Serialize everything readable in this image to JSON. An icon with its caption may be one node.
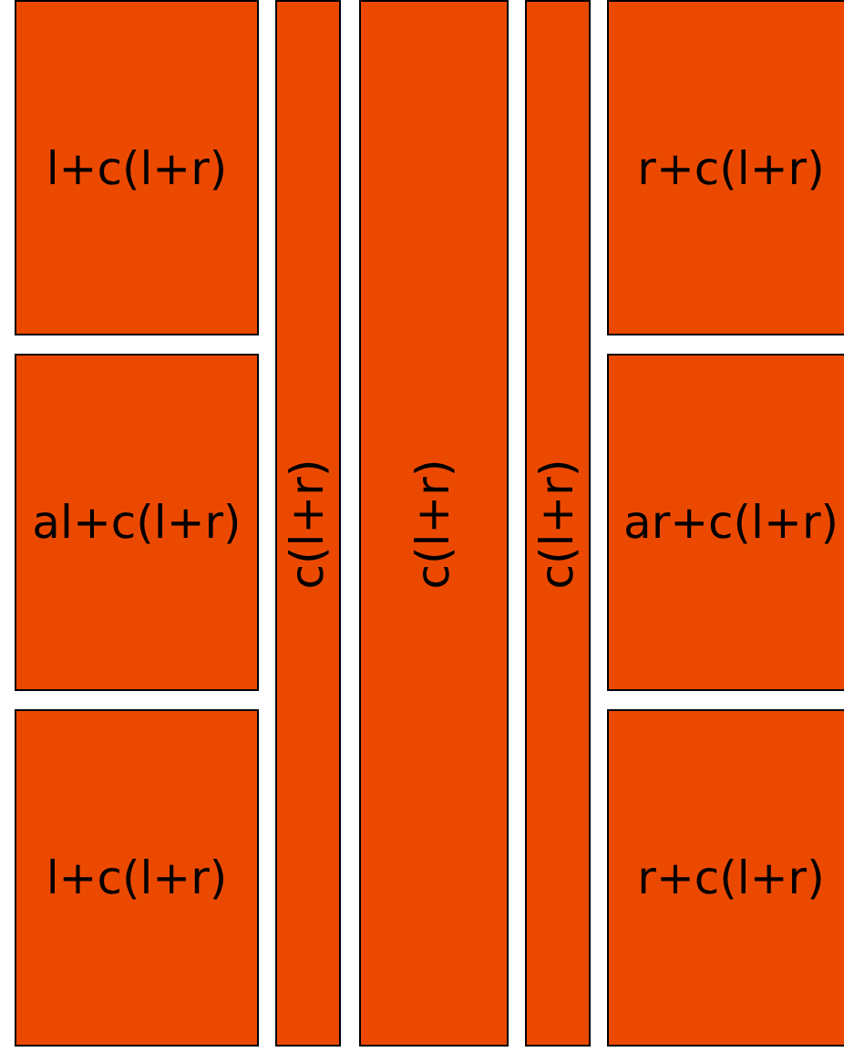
{
  "diagram": {
    "nodes": [
      {
        "text": [
          "l+c(l+r)"
        ]
      },
      {
        "text": [
          "al+c(l+r)"
        ]
      },
      {
        "text": [
          "l+c(l+r)"
        ]
      },
      {
        "text": [
          "c(l+r)"
        ]
      },
      {
        "text": [
          "c(l+r)"
        ]
      },
      {
        "text": [
          "c(l+r)"
        ]
      },
      {
        "text": [
          "r+c(l+r)"
        ]
      },
      {
        "text": [
          "ar+c(l+r)"
        ]
      },
      {
        "text": [
          "r+c(l+r)"
        ]
      }
    ]
  }
}
